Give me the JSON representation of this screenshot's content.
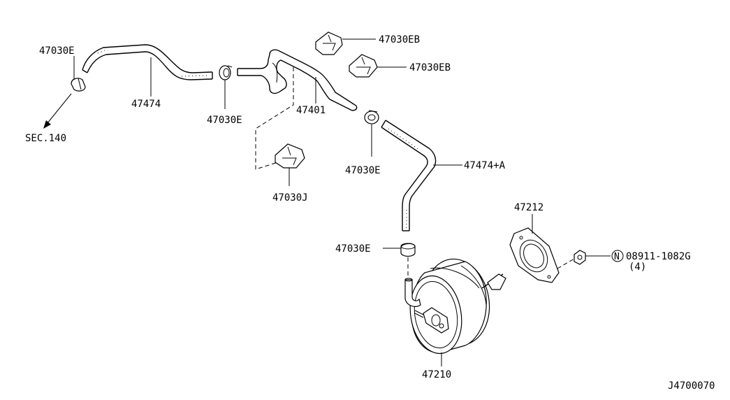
{
  "labels": {
    "hose_clamp_left": "47030E",
    "hose_upper": "47474",
    "sec_ref": "SEC.140",
    "hose_clamp_mid": "47030E",
    "tube_main": "47401",
    "clip_top1": "47030EB",
    "clip_top2": "47030EB",
    "hose_clamp_right": "47030E",
    "clip_j": "47030J",
    "hose_lower": "47474+A",
    "gasket": "47212",
    "hose_clamp_booster": "47030E",
    "nut_symbol": "N",
    "nut_part": "08911-1082G",
    "nut_qty": "(4)",
    "booster": "47210",
    "diagram_code": "J4700070"
  }
}
